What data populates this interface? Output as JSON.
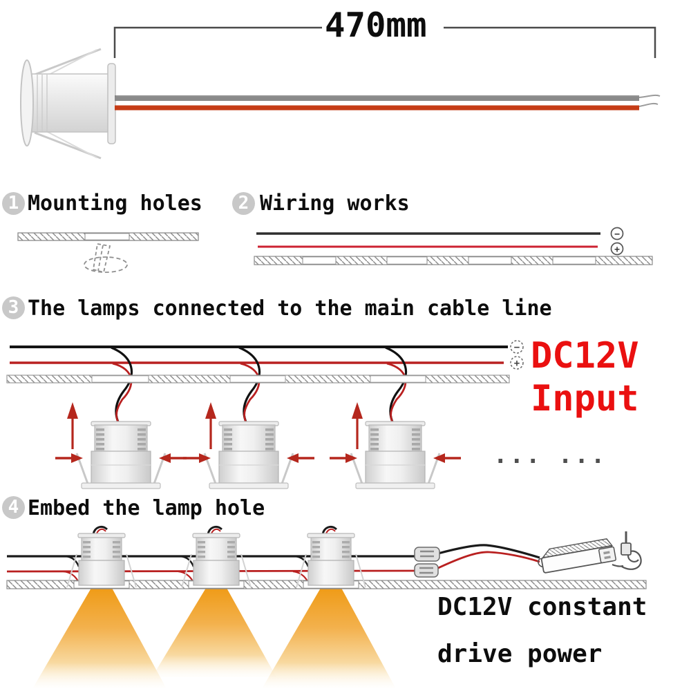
{
  "dimension": {
    "label": "470mm"
  },
  "steps": [
    {
      "num": "1",
      "label": "Mounting holes"
    },
    {
      "num": "2",
      "label": "Wiring works"
    },
    {
      "num": "3",
      "label": "The lamps connected to the main cable line"
    },
    {
      "num": "4",
      "label": "Embed the lamp hole"
    }
  ],
  "step2": {
    "polarity_minus": "−",
    "polarity_plus": "+"
  },
  "step3": {
    "polarity_minus": "−",
    "polarity_plus": "+",
    "dc_input_line1": "DC12V",
    "dc_input_line2": "Input",
    "ellipsis": "... ..."
  },
  "step4": {
    "driver_label_line1": "DC12V constant",
    "driver_label_line2": "drive power"
  },
  "colors": {
    "wire_red": "#b92020",
    "wire_black": "#1a1a1a",
    "accent_red": "#ea1010",
    "cone_orange": "#f0a126",
    "badge_gray": "#c8c8c8"
  }
}
